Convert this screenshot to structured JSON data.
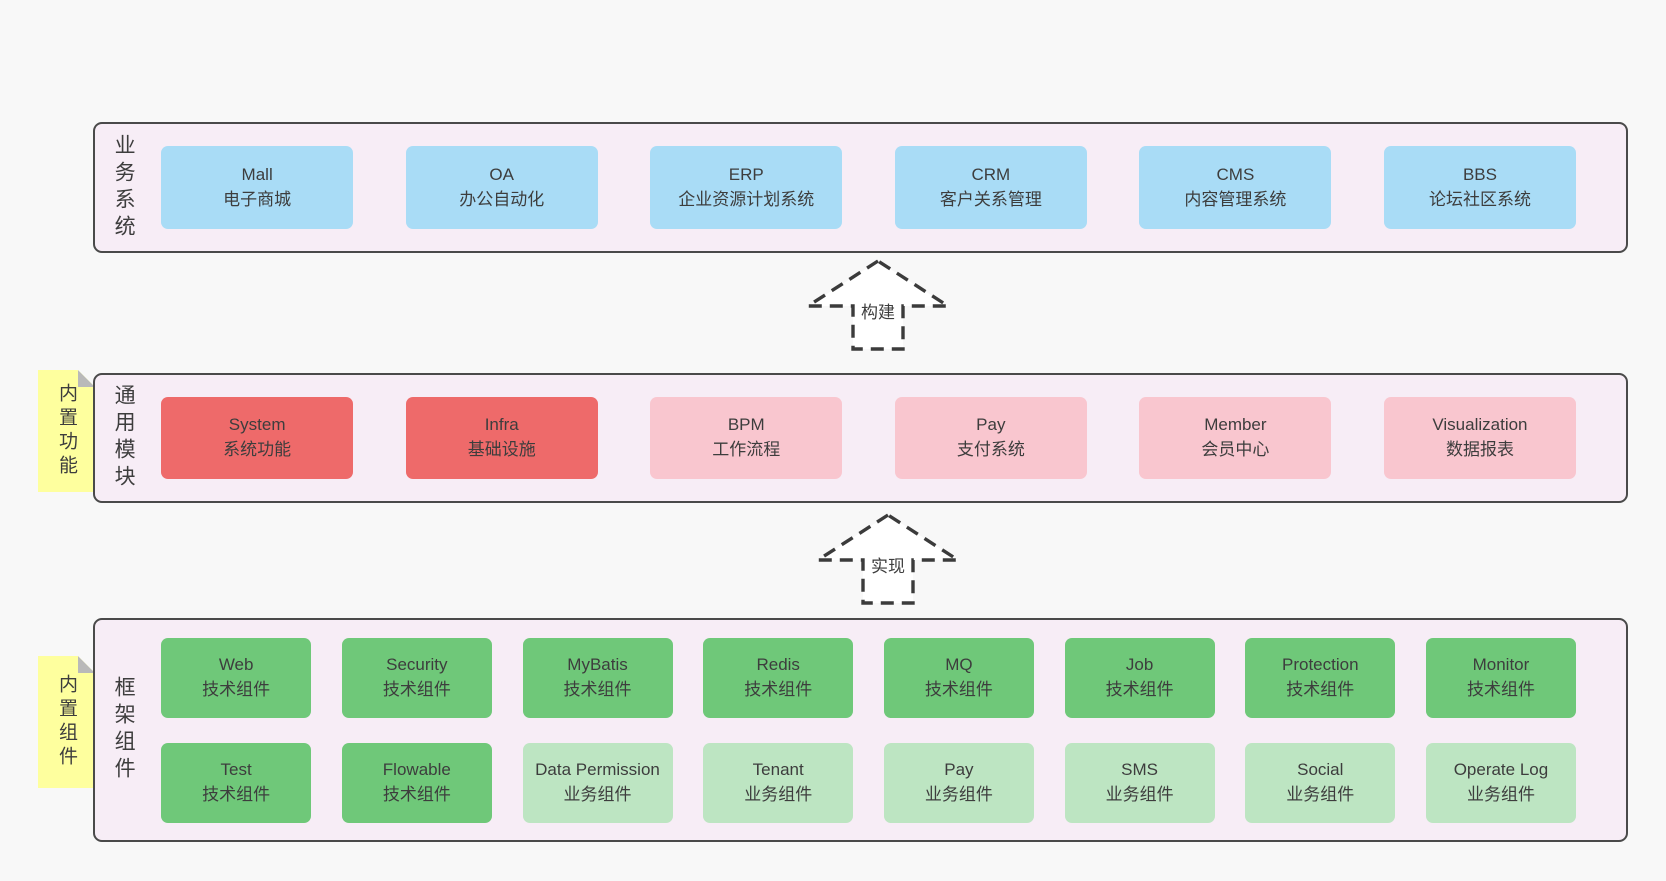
{
  "colors": {
    "page_bg": "#f8f8f8",
    "layer_bg": "#f7edf6",
    "layer_border": "#4a4a4a",
    "blue": "#a9dcf6",
    "red": "#ee6a6a",
    "pink": "#f9c6cf",
    "green": "#6fc879",
    "green_light": "#bde5c2",
    "note_yellow": "#feff9e",
    "text": "#3d3d3d"
  },
  "layers": [
    {
      "label": "业务系统",
      "items": [
        {
          "name": "Mall",
          "desc": "电子商城",
          "variant": "blue"
        },
        {
          "name": "OA",
          "desc": "办公自动化",
          "variant": "blue"
        },
        {
          "name": "ERP",
          "desc": "企业资源计划系统",
          "variant": "blue"
        },
        {
          "name": "CRM",
          "desc": "客户关系管理",
          "variant": "blue"
        },
        {
          "name": "CMS",
          "desc": "内容管理系统",
          "variant": "blue"
        },
        {
          "name": "BBS",
          "desc": "论坛社区系统",
          "variant": "blue"
        }
      ]
    },
    {
      "label": "通用模块",
      "note": "内置功能",
      "items": [
        {
          "name": "System",
          "desc": "系统功能",
          "variant": "red"
        },
        {
          "name": "Infra",
          "desc": "基础设施",
          "variant": "red"
        },
        {
          "name": "BPM",
          "desc": "工作流程",
          "variant": "pink"
        },
        {
          "name": "Pay",
          "desc": "支付系统",
          "variant": "pink"
        },
        {
          "name": "Member",
          "desc": "会员中心",
          "variant": "pink"
        },
        {
          "name": "Visualization",
          "desc": "数据报表",
          "variant": "pink"
        }
      ]
    },
    {
      "label": "框架组件",
      "note": "内置组件",
      "rows": [
        [
          {
            "name": "Web",
            "desc": "技术组件",
            "variant": "green"
          },
          {
            "name": "Security",
            "desc": "技术组件",
            "variant": "green"
          },
          {
            "name": "MyBatis",
            "desc": "技术组件",
            "variant": "green"
          },
          {
            "name": "Redis",
            "desc": "技术组件",
            "variant": "green"
          },
          {
            "name": "MQ",
            "desc": "技术组件",
            "variant": "green"
          },
          {
            "name": "Job",
            "desc": "技术组件",
            "variant": "green"
          },
          {
            "name": "Protection",
            "desc": "技术组件",
            "variant": "green"
          },
          {
            "name": "Monitor",
            "desc": "技术组件",
            "variant": "green"
          }
        ],
        [
          {
            "name": "Test",
            "desc": "技术组件",
            "variant": "green"
          },
          {
            "name": "Flowable",
            "desc": "技术组件",
            "variant": "green"
          },
          {
            "name": "Data Permission",
            "desc": "业务组件",
            "variant": "green-light"
          },
          {
            "name": "Tenant",
            "desc": "业务组件",
            "variant": "green-light"
          },
          {
            "name": "Pay",
            "desc": "业务组件",
            "variant": "green-light"
          },
          {
            "name": "SMS",
            "desc": "业务组件",
            "variant": "green-light"
          },
          {
            "name": "Social",
            "desc": "业务组件",
            "variant": "green-light"
          },
          {
            "name": "Operate Log",
            "desc": "业务组件",
            "variant": "green-light"
          }
        ]
      ]
    }
  ],
  "arrows": [
    {
      "label": "构建"
    },
    {
      "label": "实现"
    }
  ]
}
